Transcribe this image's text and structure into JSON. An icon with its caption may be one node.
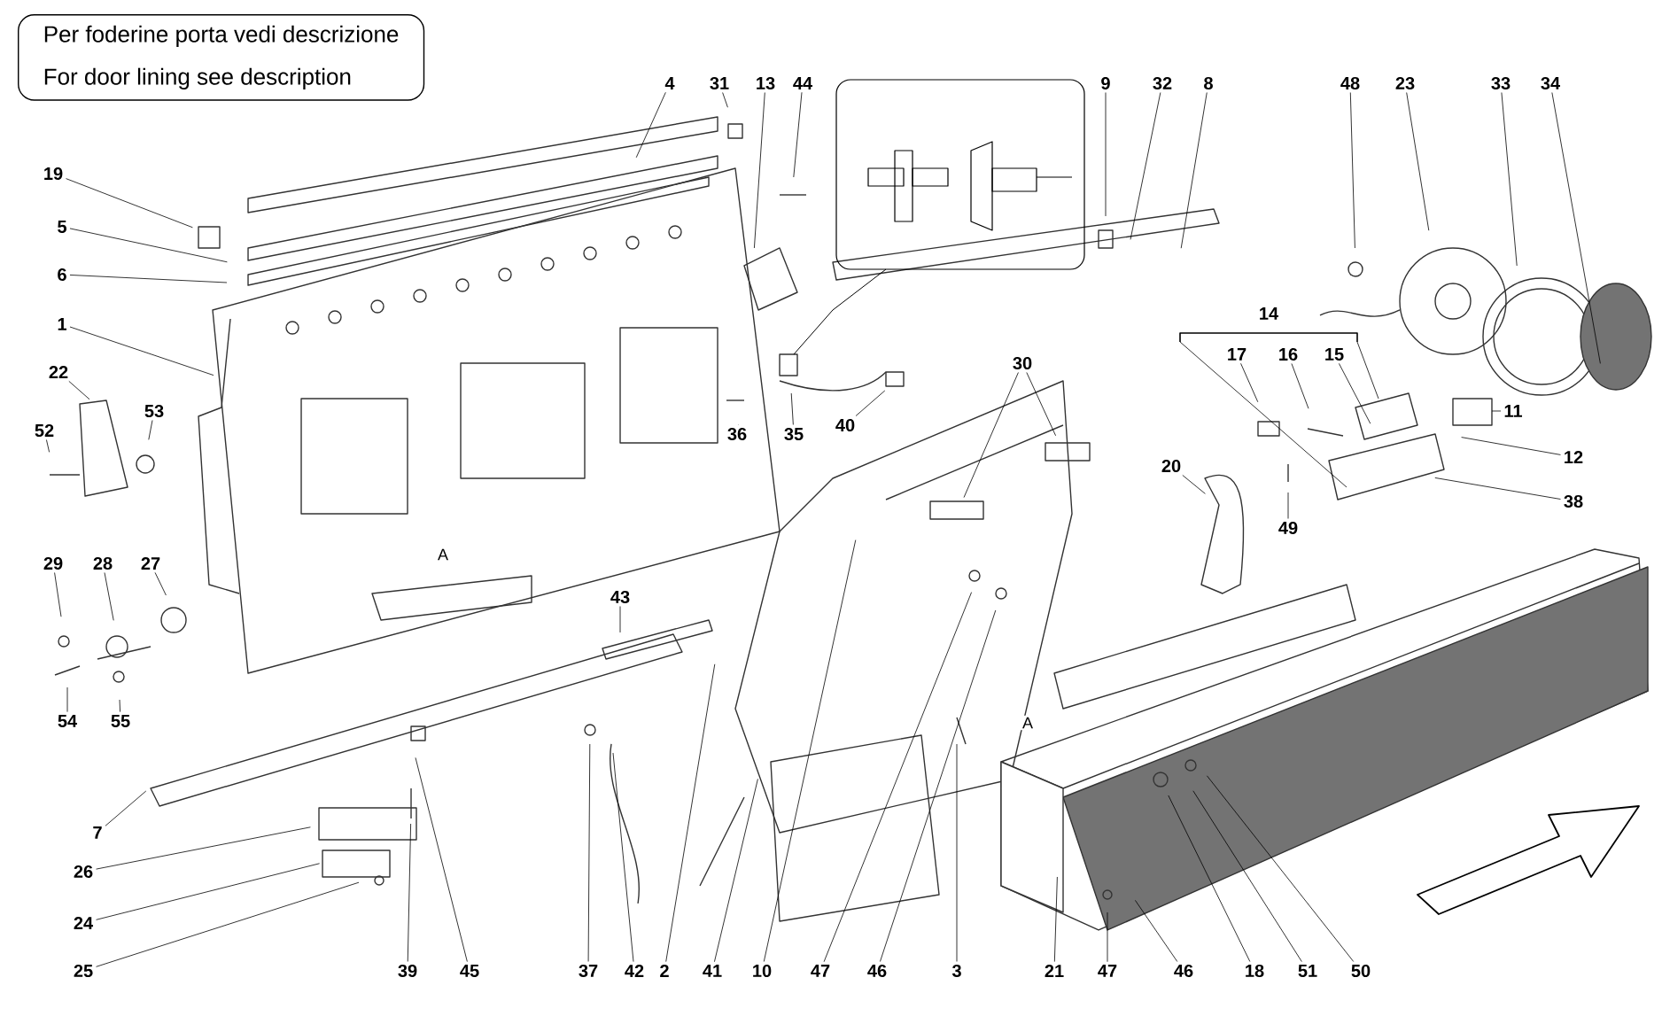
{
  "diagram": {
    "nodes": [
      {
        "text": [
          "Per foderine porta vedi descrizione",
          "For door lining see description"
        ]
      },
      {
        "text": [
          "19"
        ]
      },
      {
        "text": [
          "5"
        ]
      },
      {
        "text": [
          "6"
        ]
      },
      {
        "text": [
          "1"
        ]
      },
      {
        "text": [
          "22"
        ]
      },
      {
        "text": [
          "53"
        ]
      },
      {
        "text": [
          "52"
        ]
      },
      {
        "text": [
          "4"
        ]
      },
      {
        "text": [
          "31"
        ]
      },
      {
        "text": [
          "13"
        ]
      },
      {
        "text": [
          "44"
        ]
      },
      {
        "text": [
          "9"
        ]
      },
      {
        "text": [
          "32"
        ]
      },
      {
        "text": [
          "8"
        ]
      },
      {
        "text": [
          "48"
        ]
      },
      {
        "text": [
          "23"
        ]
      },
      {
        "text": [
          "33"
        ]
      },
      {
        "text": [
          "34"
        ]
      },
      {
        "text": [
          "17"
        ]
      },
      {
        "text": [
          "16"
        ]
      },
      {
        "text": [
          "15"
        ]
      },
      {
        "text": [
          "11"
        ]
      },
      {
        "text": [
          "12"
        ]
      },
      {
        "text": [
          "38"
        ]
      },
      {
        "text": [
          "30"
        ]
      },
      {
        "text": [
          "40"
        ]
      },
      {
        "text": [
          "36"
        ]
      },
      {
        "text": [
          "35"
        ]
      },
      {
        "text": [
          "20"
        ]
      },
      {
        "text": [
          "49"
        ]
      },
      {
        "text": [
          "29"
        ]
      },
      {
        "text": [
          "28"
        ]
      },
      {
        "text": [
          "27"
        ]
      },
      {
        "text": [
          "43"
        ]
      },
      {
        "text": [
          "54"
        ]
      },
      {
        "text": [
          "55"
        ]
      },
      {
        "text": [
          "7"
        ]
      },
      {
        "text": [
          "26"
        ]
      },
      {
        "text": [
          "24"
        ]
      },
      {
        "text": [
          "25"
        ]
      },
      {
        "text": [
          "39"
        ]
      },
      {
        "text": [
          "45"
        ]
      },
      {
        "text": [
          "37"
        ]
      },
      {
        "text": [
          "42"
        ]
      },
      {
        "text": [
          "2"
        ]
      },
      {
        "text": [
          "41"
        ]
      },
      {
        "text": [
          "10"
        ]
      },
      {
        "text": [
          "47"
        ]
      },
      {
        "text": [
          "46"
        ]
      },
      {
        "text": [
          "3"
        ]
      },
      {
        "text": [
          "21"
        ]
      },
      {
        "text": [
          "47"
        ]
      },
      {
        "text": [
          "46"
        ]
      },
      {
        "text": [
          "18"
        ]
      },
      {
        "text": [
          "51"
        ]
      },
      {
        "text": [
          "50"
        ]
      }
    ],
    "edges": [
      {
        "from": 1,
        "to": null,
        "arrow": "none"
      },
      {
        "from": 2,
        "to": null,
        "arrow": "none"
      },
      {
        "from": 3,
        "to": null,
        "arrow": "none"
      },
      {
        "from": 4,
        "to": null,
        "arrow": "none"
      },
      {
        "from": 5,
        "to": null,
        "arrow": "none"
      },
      {
        "from": 6,
        "to": null,
        "arrow": "none"
      },
      {
        "from": 7,
        "to": null,
        "arrow": "none"
      },
      {
        "from": 8,
        "to": null,
        "arrow": "none"
      },
      {
        "from": 9,
        "to": null,
        "arrow": "none"
      },
      {
        "from": 10,
        "to": null,
        "arrow": "none"
      },
      {
        "from": 11,
        "to": null,
        "arrow": "none"
      },
      {
        "from": 12,
        "to": null,
        "arrow": "none"
      },
      {
        "from": 13,
        "to": null,
        "arrow": "none"
      },
      {
        "from": 14,
        "to": null,
        "arrow": "none"
      },
      {
        "from": 15,
        "to": null,
        "arrow": "none"
      },
      {
        "from": 16,
        "to": null,
        "arrow": "none"
      },
      {
        "from": 17,
        "to": null,
        "arrow": "none"
      },
      {
        "from": 18,
        "to": null,
        "arrow": "none"
      },
      {
        "from": 19,
        "to": null,
        "arrow": "none"
      },
      {
        "from": 20,
        "to": null,
        "arrow": "none"
      },
      {
        "from": 21,
        "to": null,
        "arrow": "none"
      },
      {
        "from": 22,
        "to": null,
        "arrow": "none"
      },
      {
        "from": 23,
        "to": null,
        "arrow": "none"
      },
      {
        "from": 24,
        "to": null,
        "arrow": "none"
      },
      {
        "from": 25,
        "to": null,
        "arrow": "none"
      },
      {
        "from": 25,
        "to": null,
        "arrow": "none"
      },
      {
        "from": 26,
        "to": null,
        "arrow": "none"
      },
      {
        "from": 27,
        "to": null,
        "arrow": "none"
      },
      {
        "from": 28,
        "to": null,
        "arrow": "none"
      },
      {
        "from": 29,
        "to": null,
        "arrow": "none"
      },
      {
        "from": 30,
        "to": null,
        "arrow": "none"
      },
      {
        "from": 31,
        "to": null,
        "arrow": "none"
      },
      {
        "from": 32,
        "to": null,
        "arrow": "none"
      },
      {
        "from": 33,
        "to": null,
        "arrow": "none"
      },
      {
        "from": 34,
        "to": null,
        "arrow": "none"
      },
      {
        "from": 35,
        "to": null,
        "arrow": "none"
      },
      {
        "from": 36,
        "to": null,
        "arrow": "none"
      },
      {
        "from": 37,
        "to": null,
        "arrow": "none"
      },
      {
        "from": 38,
        "to": null,
        "arrow": "none"
      },
      {
        "from": 39,
        "to": null,
        "arrow": "none"
      },
      {
        "from": 40,
        "to": null,
        "arrow": "none"
      },
      {
        "from": 41,
        "to": null,
        "arrow": "none"
      },
      {
        "from": 42,
        "to": null,
        "arrow": "none"
      },
      {
        "from": 43,
        "to": null,
        "arrow": "none"
      },
      {
        "from": 44,
        "to": null,
        "arrow": "none"
      },
      {
        "from": 45,
        "to": null,
        "arrow": "none"
      },
      {
        "from": 46,
        "to": null,
        "arrow": "none"
      },
      {
        "from": 47,
        "to": null,
        "arrow": "none"
      },
      {
        "from": 48,
        "to": null,
        "arrow": "none"
      },
      {
        "from": 49,
        "to": null,
        "arrow": "none"
      },
      {
        "from": 50,
        "to": null,
        "arrow": "none"
      },
      {
        "from": 51,
        "to": null,
        "arrow": "none"
      },
      {
        "from": 52,
        "to": null,
        "arrow": "none"
      },
      {
        "from": 53,
        "to": null,
        "arrow": "none"
      },
      {
        "from": 54,
        "to": null,
        "arrow": "none"
      },
      {
        "from": 55,
        "to": null,
        "arrow": "none"
      },
      {
        "from": 56,
        "to": null,
        "arrow": "none"
      }
    ],
    "labels": [
      "14",
      "A",
      "A"
    ]
  }
}
